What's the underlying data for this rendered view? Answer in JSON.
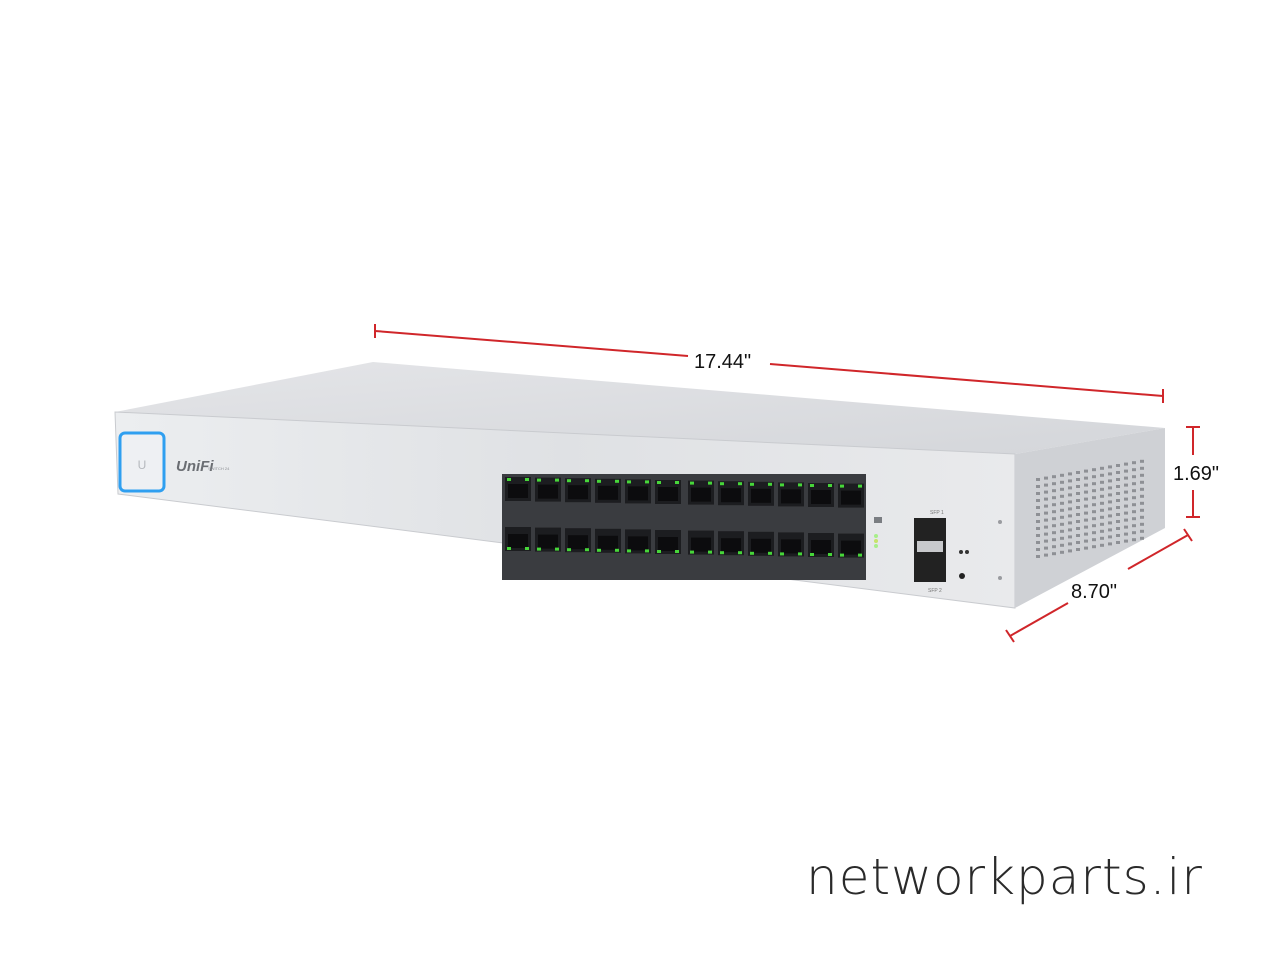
{
  "product": {
    "brand": "UniFi",
    "model_label": "SWITCH 24",
    "sfp_labels": [
      "SFP 1",
      "SFP 2"
    ],
    "port_count": 24
  },
  "dimensions": {
    "width": "17.44\"",
    "height": "1.69\"",
    "depth": "8.70\""
  },
  "colors": {
    "dimension_line": "#d0262a",
    "led_blue": "#2f9ff0",
    "port_led": "#47d63a"
  },
  "watermark": "networkparts.ir"
}
